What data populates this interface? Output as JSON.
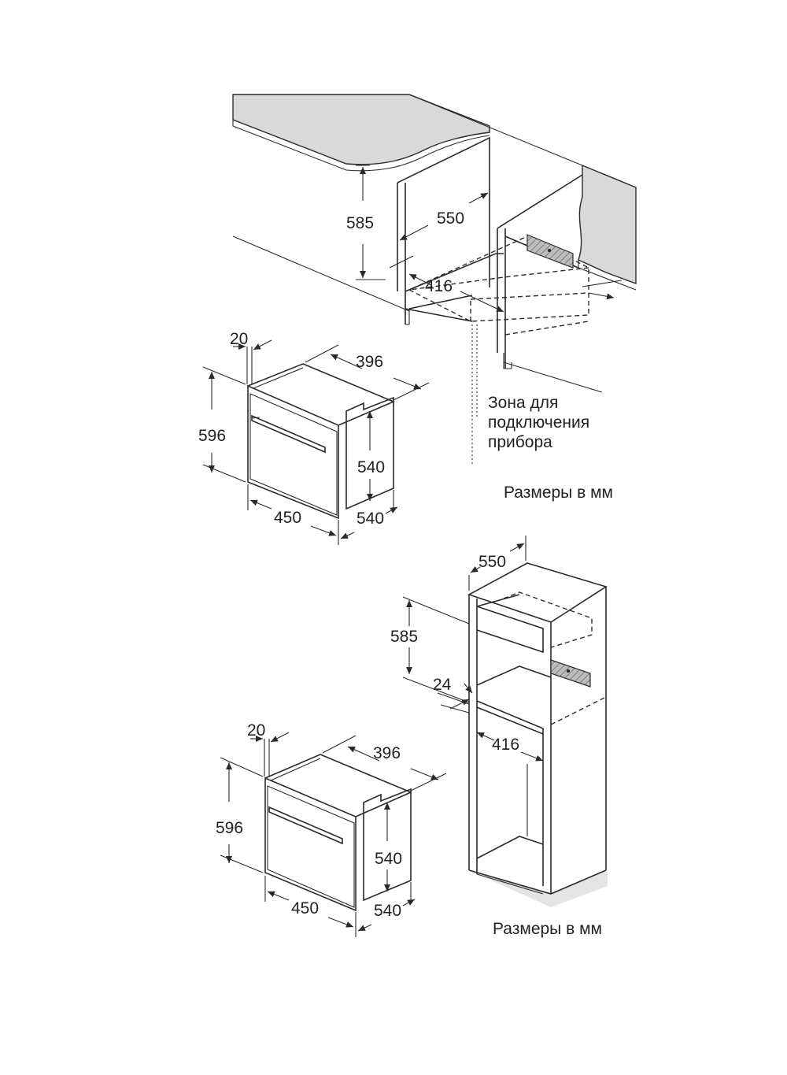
{
  "under_counter": {
    "dim_height": "585",
    "dim_depth": "550",
    "dim_opening": "416",
    "connection_zone_line1": "Зона для",
    "connection_zone_line2": "подключения",
    "connection_zone_line3": "прибора",
    "units_caption": "Размеры в мм"
  },
  "oven_top": {
    "dim_front_thickness": "20",
    "dim_top_depth": "396",
    "dim_height": "596",
    "dim_body_height": "540",
    "dim_width": "450",
    "dim_depth": "540"
  },
  "tall_cabinet": {
    "dim_depth": "550",
    "dim_height": "585",
    "dim_shelf": "24",
    "dim_opening": "416",
    "units_caption": "Размеры в мм"
  },
  "oven_bottom": {
    "dim_front_thickness": "20",
    "dim_top_depth": "396",
    "dim_height": "596",
    "dim_body_height": "540",
    "dim_width": "450",
    "dim_depth": "540"
  }
}
